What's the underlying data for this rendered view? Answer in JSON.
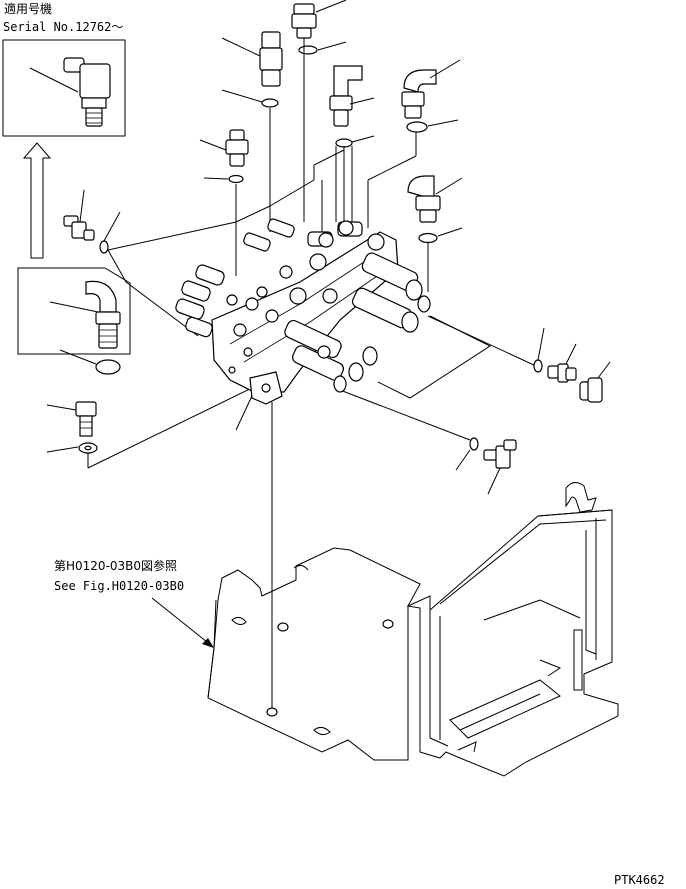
{
  "header": {
    "applicable_label": "適用号機",
    "serial_label": "Serial No.12762～"
  },
  "reference": {
    "jp_label": "第H0120-03B0図参照",
    "en_label": "See Fig.H0120-03B0"
  },
  "footer": {
    "drawing_code": "PTK4662"
  }
}
